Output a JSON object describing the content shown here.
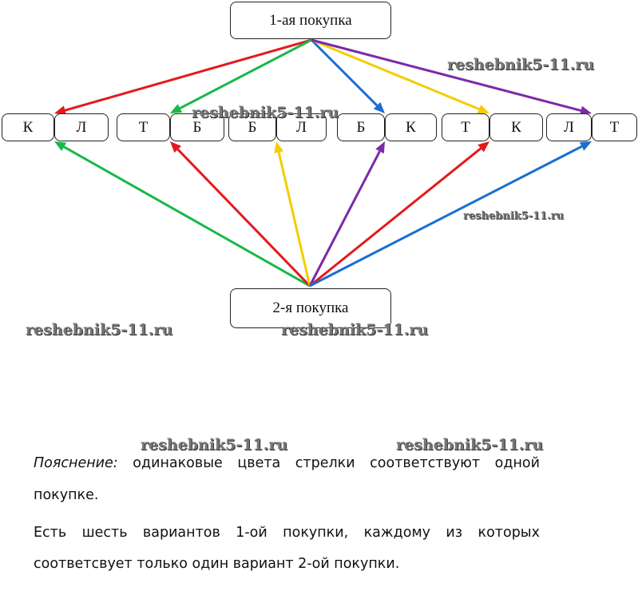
{
  "top_node": "1-ая покупка",
  "bottom_node": "2-я покупка",
  "pairs": [
    [
      "К",
      "Л"
    ],
    [
      "Т",
      "Б"
    ],
    [
      "Б",
      "Л"
    ],
    [
      "Б",
      "К"
    ],
    [
      "Т",
      "К"
    ],
    [
      "Л",
      "Т"
    ]
  ],
  "top_arrows": [
    {
      "to": 0,
      "color": "#e41a1c"
    },
    {
      "to": 1,
      "color": "#18b84a"
    },
    {
      "to": 3,
      "color": "#1a6fd0"
    },
    {
      "to": 4,
      "color": "#f5cc00"
    },
    {
      "to": 5,
      "color": "#7b2aa8"
    }
  ],
  "bottom_arrows": [
    {
      "to": 0,
      "color": "#18b84a"
    },
    {
      "to": 1,
      "color": "#e41a1c"
    },
    {
      "to": 2,
      "color": "#f5cc00"
    },
    {
      "to": 3,
      "color": "#7b2aa8"
    },
    {
      "to": 4,
      "color": "#e41a1c"
    },
    {
      "to": 5,
      "color": "#1a6fd0"
    }
  ],
  "watermark": "reshebnik5-11.ru",
  "note_label": "Пояснение:",
  "note_line1": "одинаковые цвета стрелки соответствуют одной",
  "note_line2": "покупке.",
  "para_line1": "Есть шесть вариантов 1-ой покупки, каждому из которых",
  "para_line2": "соответсвует только один вариант 2-ой покупки."
}
